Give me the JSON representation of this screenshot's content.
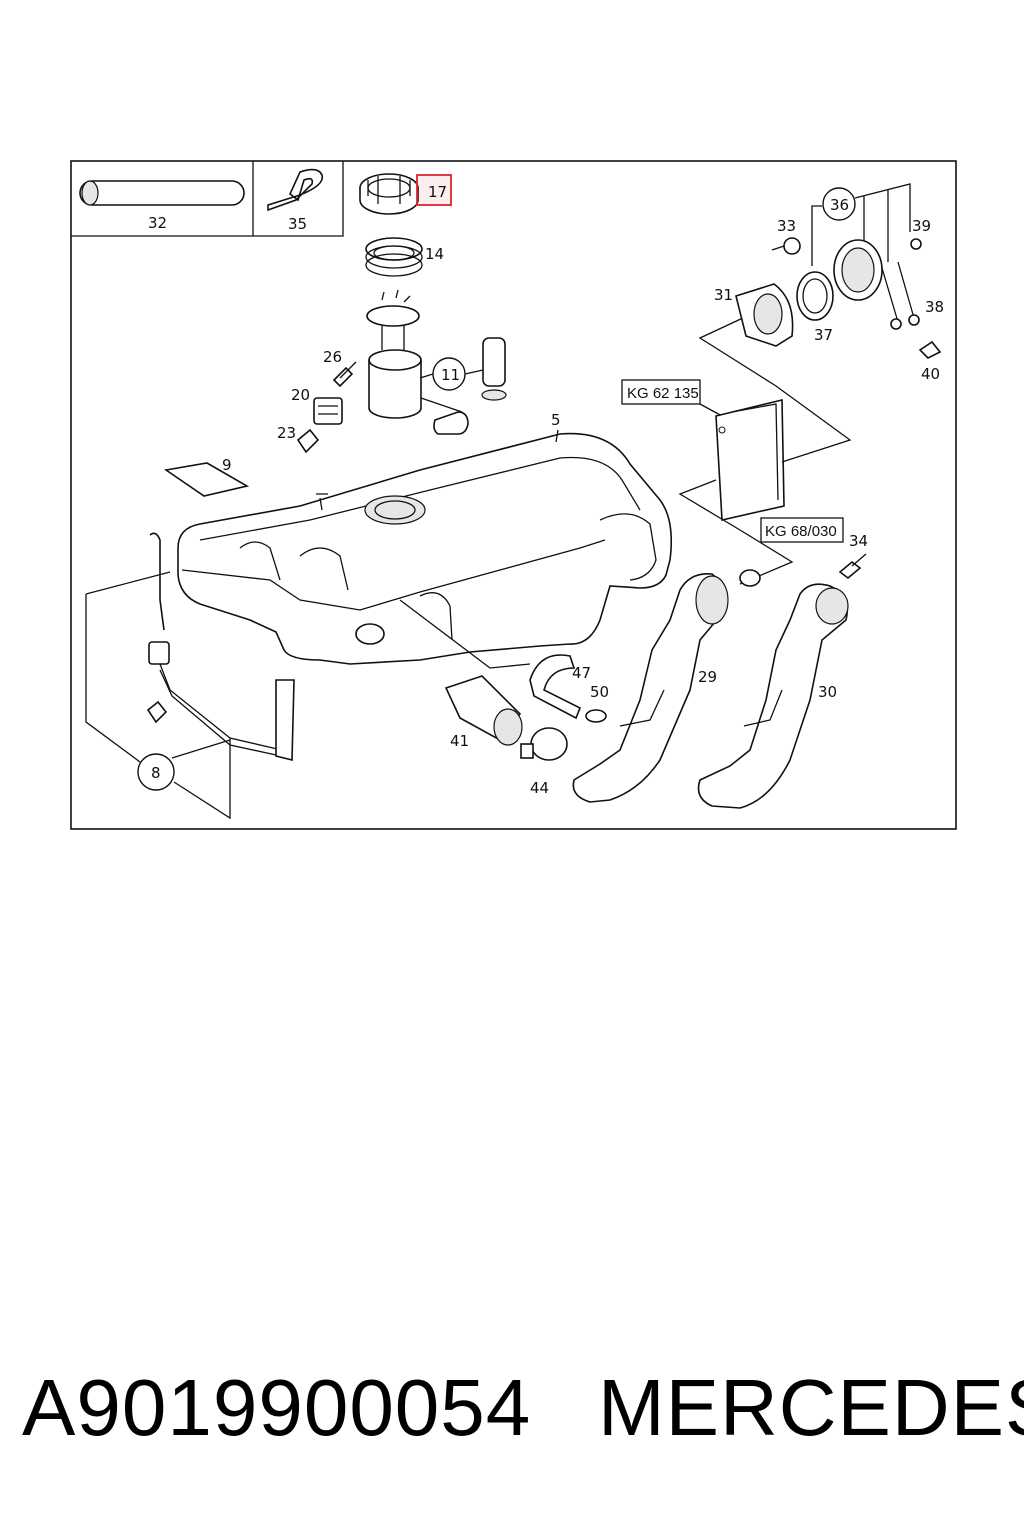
{
  "diagram": {
    "callouts": {
      "c32": "32",
      "c35": "35",
      "c17": "17",
      "c14": "14",
      "c33": "33",
      "c36": "36",
      "c39": "39",
      "c31": "31",
      "c37": "37",
      "c38": "38",
      "c40": "40",
      "c26": "26",
      "c11": "11",
      "c20": "20",
      "c23": "23",
      "c5": "5",
      "c9": "9",
      "c34": "34",
      "c29": "29",
      "c30": "30",
      "c47": "47",
      "c50": "50",
      "c41": "41",
      "c44": "44",
      "c8": "8"
    },
    "reference_boxes": {
      "kg62": "KG 62 135",
      "kg68": "KG 68/030"
    },
    "highlight_color": "#d9272e"
  },
  "footer": {
    "part_number": "A9019900054",
    "brand": "MERCEDES"
  }
}
